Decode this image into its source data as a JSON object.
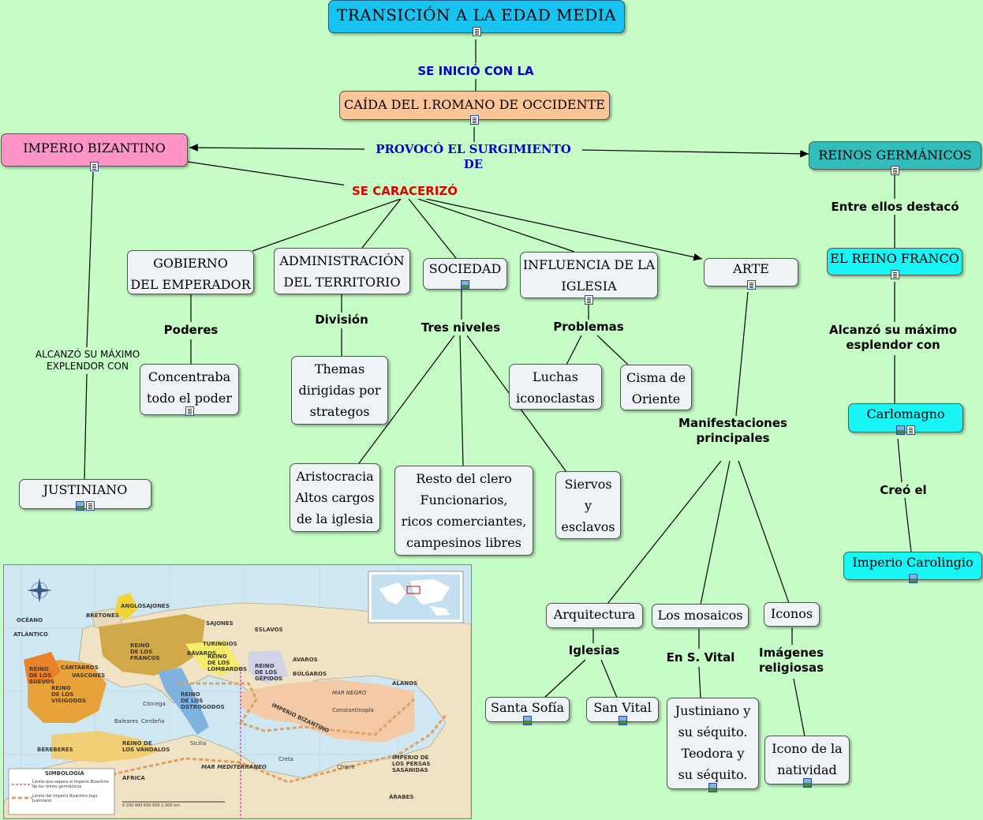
{
  "nodes": {
    "title": "TRANSICIÓN A LA EDAD MEDIA",
    "caida": "CAÍDA DEL I.ROMANO DE OCCIDENTE",
    "bizantino": "IMPERIO BIZANTINO",
    "germanicos": "REINOS GERMÁNICOS",
    "justiniano": "JUSTINIANO",
    "gobierno": "GOBIERNO\nDEL EMPERADOR",
    "administracion": "ADMINISTRACIÓN\nDEL TERRITORIO",
    "sociedad": "SOCIEDAD",
    "influencia": "INFLUENCIA DE LA\nIGLESIA",
    "arte": "ARTE",
    "reino_franco": "EL REINO FRANCO",
    "carlomagno": "Carlomagno",
    "imperio_carolingio": "Imperio Carolingio",
    "concentraba": "Concentraba\ntodo el poder",
    "themas": "Themas\ndirigidas por\nstrategos",
    "luchas": "Luchas\niconoclastas",
    "cisma": "Cisma de\nOriente",
    "aristocracia": "Aristocracia\nAltos cargos\nde la iglesia",
    "resto_clero": "Resto del clero\nFuncionarios,\nricos comerciantes,\ncampesinos libres",
    "siervos": "Siervos\ny\nesclavos",
    "arquitectura": "Arquitectura",
    "mosaicos": "Los mosaicos",
    "iconos": "Iconos",
    "santa_sofia": "Santa Sofía",
    "san_vital": "San Vital",
    "justiniano_sequito": "Justiniano y\nsu séquito.\nTeodora y\nsu séquito.",
    "icono_natividad": "Icono de la\nnatividad"
  },
  "labels": {
    "se_inicio": "SE INICIÓ CON LA",
    "provoco": "PROVOCÓ EL SURGIMIENTO DE",
    "se_caracterizo": "SE CARACERIZÓ",
    "alcanzo_bizantino": "ALCANZÓ SU MÁXIMO\nEXPLENDOR CON",
    "entre_ellos": "Entre ellos destacó",
    "alcanzo_franco": "Alcanzó su máximo\nesplendor con",
    "creo_el": "Creó el",
    "poderes": "Poderes",
    "division": "División",
    "tres_niveles": "Tres niveles",
    "problemas": "Problemas",
    "manifestaciones": "Manifestaciones\nprincipales",
    "iglesias": "Iglesias",
    "en_s_vital": "En S. Vital",
    "imagenes": "Imágenes\nreligiosas"
  },
  "map": {
    "labels": [
      "OCÉANO",
      "ATLÁNTICO",
      "BRETONES",
      "ANGLOSAJONES",
      "REINO\nDE LOS\nFRANCOS",
      "CÁNTABROS",
      "VASCONES",
      "REINO\nDE LOS\nSUEVOS",
      "REINO\nDE LOS\nVISIGODOS",
      "SAJONES",
      "ESLAVOS",
      "TURINGIOS",
      "BÁVAROS",
      "REINO\nDE LOS\nLOMBARDOS",
      "REINO\nDE LOS\nGÉPIDOS",
      "ÁVAROS",
      "BÚLGAROS",
      "ALANOS",
      "MAR NEGRO",
      "REINO\nDE LOS\nOSTROGODOS",
      "IMPERIO BIZANTINO",
      "BEREBERES",
      "REINO DE\nLOS VÁNDALOS",
      "ÁFRICA",
      "MAR MEDITERRÁNEO",
      "Chipre",
      "Creta",
      "IMPERIO DE\nLOS PERSAS\nSASÁNIDAS",
      "ÁRABES",
      "Baleares",
      "Córcega",
      "Cerdeña",
      "Sicilia",
      "Constantinopla"
    ],
    "legend_title": "SIMBOLOGÍA",
    "legend_1": "Límite que separa el Imperio Bizantino de los reinos germánicos",
    "legend_2": "Límite del Imperio Bizantino bajo Justiniano",
    "scale": "0   200   400   600   800   1.000 km"
  },
  "colors": {
    "background": "#c6fcc6",
    "title": "#19c3f0",
    "caida": "#fbc59a",
    "bizantino": "#ff94c6",
    "germanicos": "#33bcbc",
    "cyan": "#19f5f5",
    "default": "#eef3f6",
    "blue_label": "#0000cc",
    "red_label": "#e00000"
  }
}
